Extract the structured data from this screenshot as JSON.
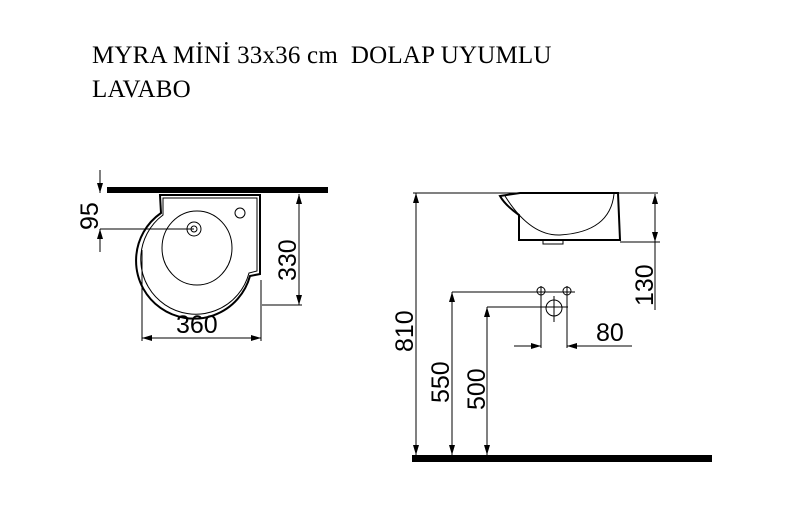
{
  "title": {
    "line1": "MYRA MİNİ 33x36 cm  DOLAP UYUMLU",
    "line2": "LAVABO"
  },
  "top_view": {
    "dim_wall_to_drain": "95",
    "dim_depth": "330",
    "dim_width": "360"
  },
  "side_view": {
    "dim_total_height": "810",
    "dim_basin_height": "130",
    "dim_supply_height": "550",
    "dim_drain_height": "500",
    "dim_supply_spacing": "80"
  }
}
